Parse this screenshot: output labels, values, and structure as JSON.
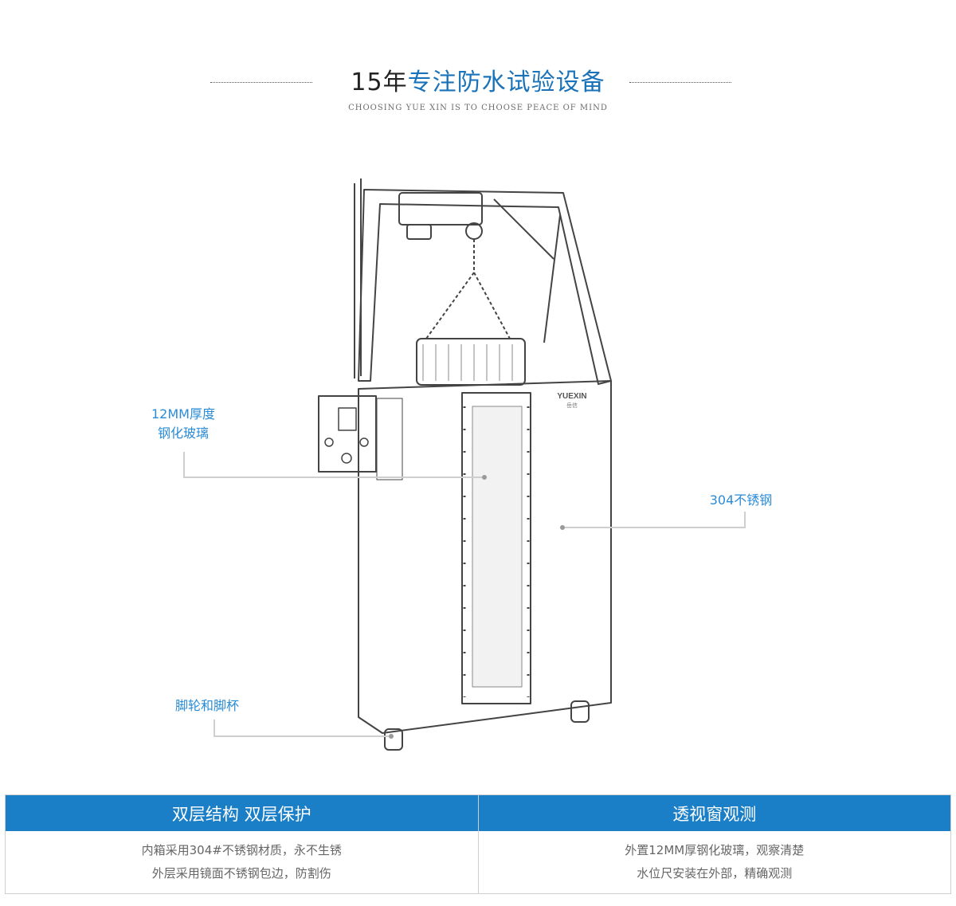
{
  "header": {
    "title_prefix": "15年",
    "title_accent": "专注防水试验设备",
    "subtitle": "CHOOSING YUE XIN IS TO CHOOSE PEACE OF MIND"
  },
  "machine": {
    "brand": "YUEXIN",
    "brand_sub": "岳信"
  },
  "callouts": {
    "glass": [
      "12MM厚度",
      "钢化玻璃"
    ],
    "steel": "304不锈钢",
    "wheels": "脚轮和脚杯"
  },
  "features": [
    {
      "title": "双层结构 双层保护",
      "lines": [
        "内箱采用304#不锈钢材质，永不生锈",
        "外层采用镜面不锈钢包边，防割伤"
      ]
    },
    {
      "title": "透视窗观测",
      "lines": [
        "外置12MM厚钢化玻璃，观察清楚",
        "水位尺安装在外部，精确观测"
      ]
    }
  ],
  "colors": {
    "accent": "#1a7fc6",
    "callout": "#2a8bd6"
  }
}
